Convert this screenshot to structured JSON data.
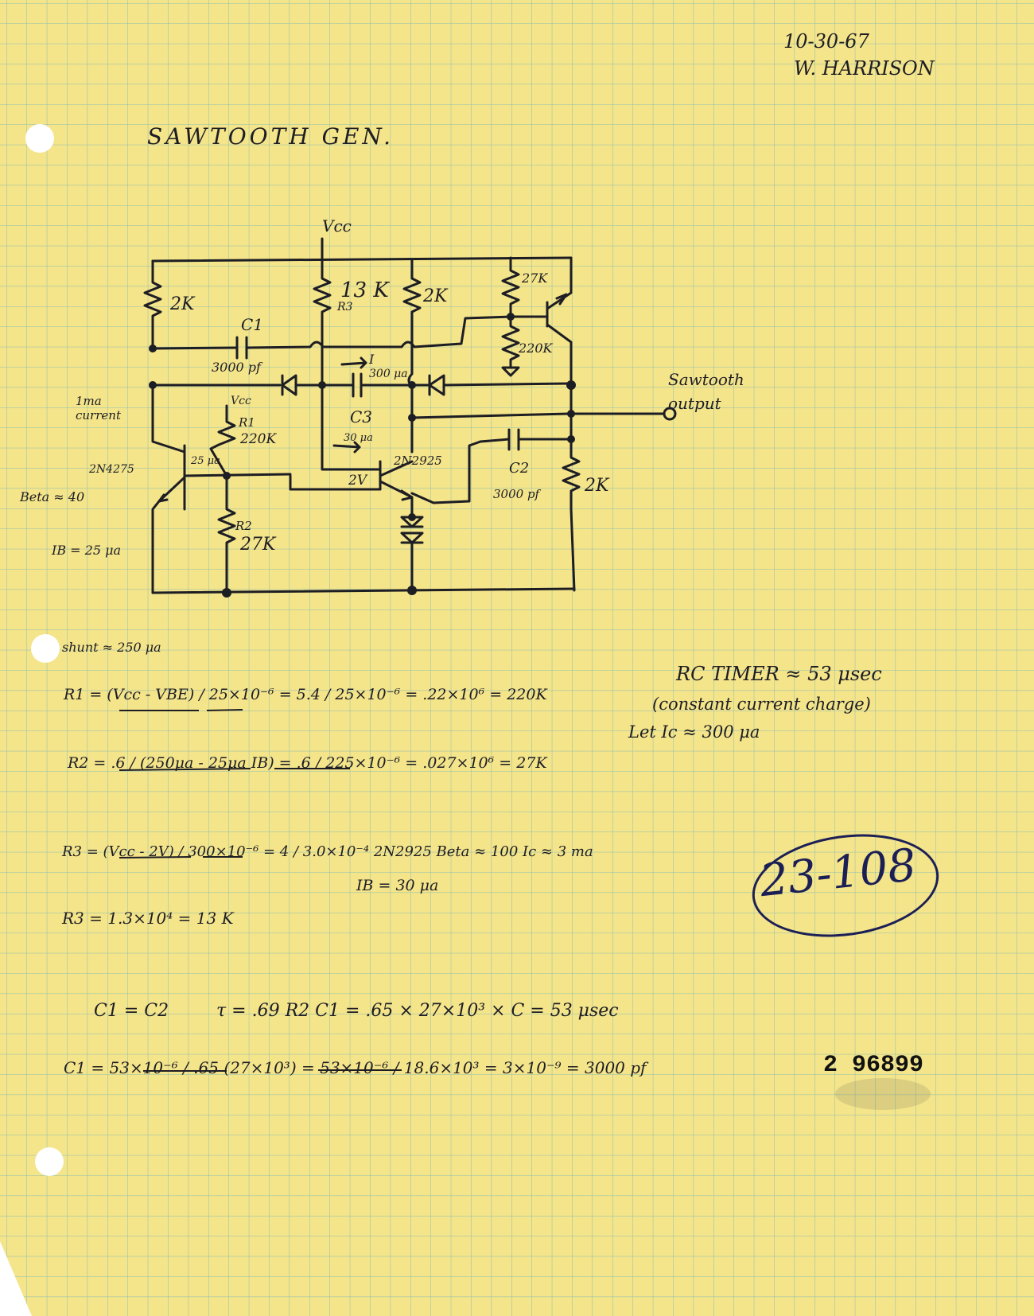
{
  "header": {
    "date": "10-30-67",
    "author": "W. HARRISON",
    "title": "SAWTOOTH GEN."
  },
  "schematic": {
    "supply_label": "Vcc",
    "supply_label_2": "Vcc",
    "resistors": {
      "r_left_top": "2K",
      "r3_value": "13 K",
      "r3_name": "R3",
      "r_mid_top": "2K",
      "r_27k_top": "27K",
      "r_220k_right": "220K",
      "r1_name": "R1",
      "r1_value": "220K",
      "r2_name": "R2",
      "r2_value": "27K",
      "r_right_bottom": "2K"
    },
    "capacitors": {
      "c1_name": "C1",
      "c1_value": "3000 pf",
      "c3_name": "C3",
      "c2_name": "C2",
      "c2_value": "3000 pf"
    },
    "annotations": {
      "current_i": "I",
      "current_300": "300 μa",
      "current_30": "30 μa",
      "ma_current": "1ma current",
      "t1_part": "2N4275",
      "base_current": "25 μa",
      "t2_part": "2N2925",
      "voltage_2v": "2V",
      "beta": "Beta ≈ 40",
      "ib": "IB = 25 μa",
      "output": "Sawtooth output"
    }
  },
  "notes": {
    "shunt": "shunt ≈ 250 μa",
    "r1_eq": "R1 = (Vcc - VBE) / 25×10⁻⁶ = 5.4 / 25×10⁻⁶ = .22×10⁶ = 220K",
    "r2_eq": "R2 = .6 / (250μa - 25μa IB) = .6 / 225×10⁻⁶ = .027×10⁶ = 27K",
    "r3_eq": "R3 = (Vcc - 2V) / 300×10⁻⁶ = 4 / 3.0×10⁻⁴   2N2925 Beta ≈ 100   Ic ≈ 3 ma",
    "ib_eq": "IB = 30 μa",
    "r3_result": "R3 = 1.3×10⁴ = 13 K",
    "c_equal": "C1 = C2",
    "tau_eq": "τ = .69 R2 C1 = .65 × 27×10³ × C = 53 μsec",
    "c1_eq": "C1 = 53×10⁻⁶ / .65 (27×10³) = 53×10⁻⁶ / 18.6×10³ = 3×10⁻⁹ = 3000 pf",
    "rc_timer": "RC TIMER ≈ 53 μsec",
    "rc_timer_2": "(constant current charge)",
    "rc_timer_3": "Let Ic ≈ 300 μa",
    "circled_number": "23-108",
    "stamp_number": "2 96899"
  },
  "colors": {
    "paper": "#f4e48a",
    "grid": "#8dbfb0",
    "ink": "#1d1d24",
    "blue_ink": "#1b1f55"
  }
}
